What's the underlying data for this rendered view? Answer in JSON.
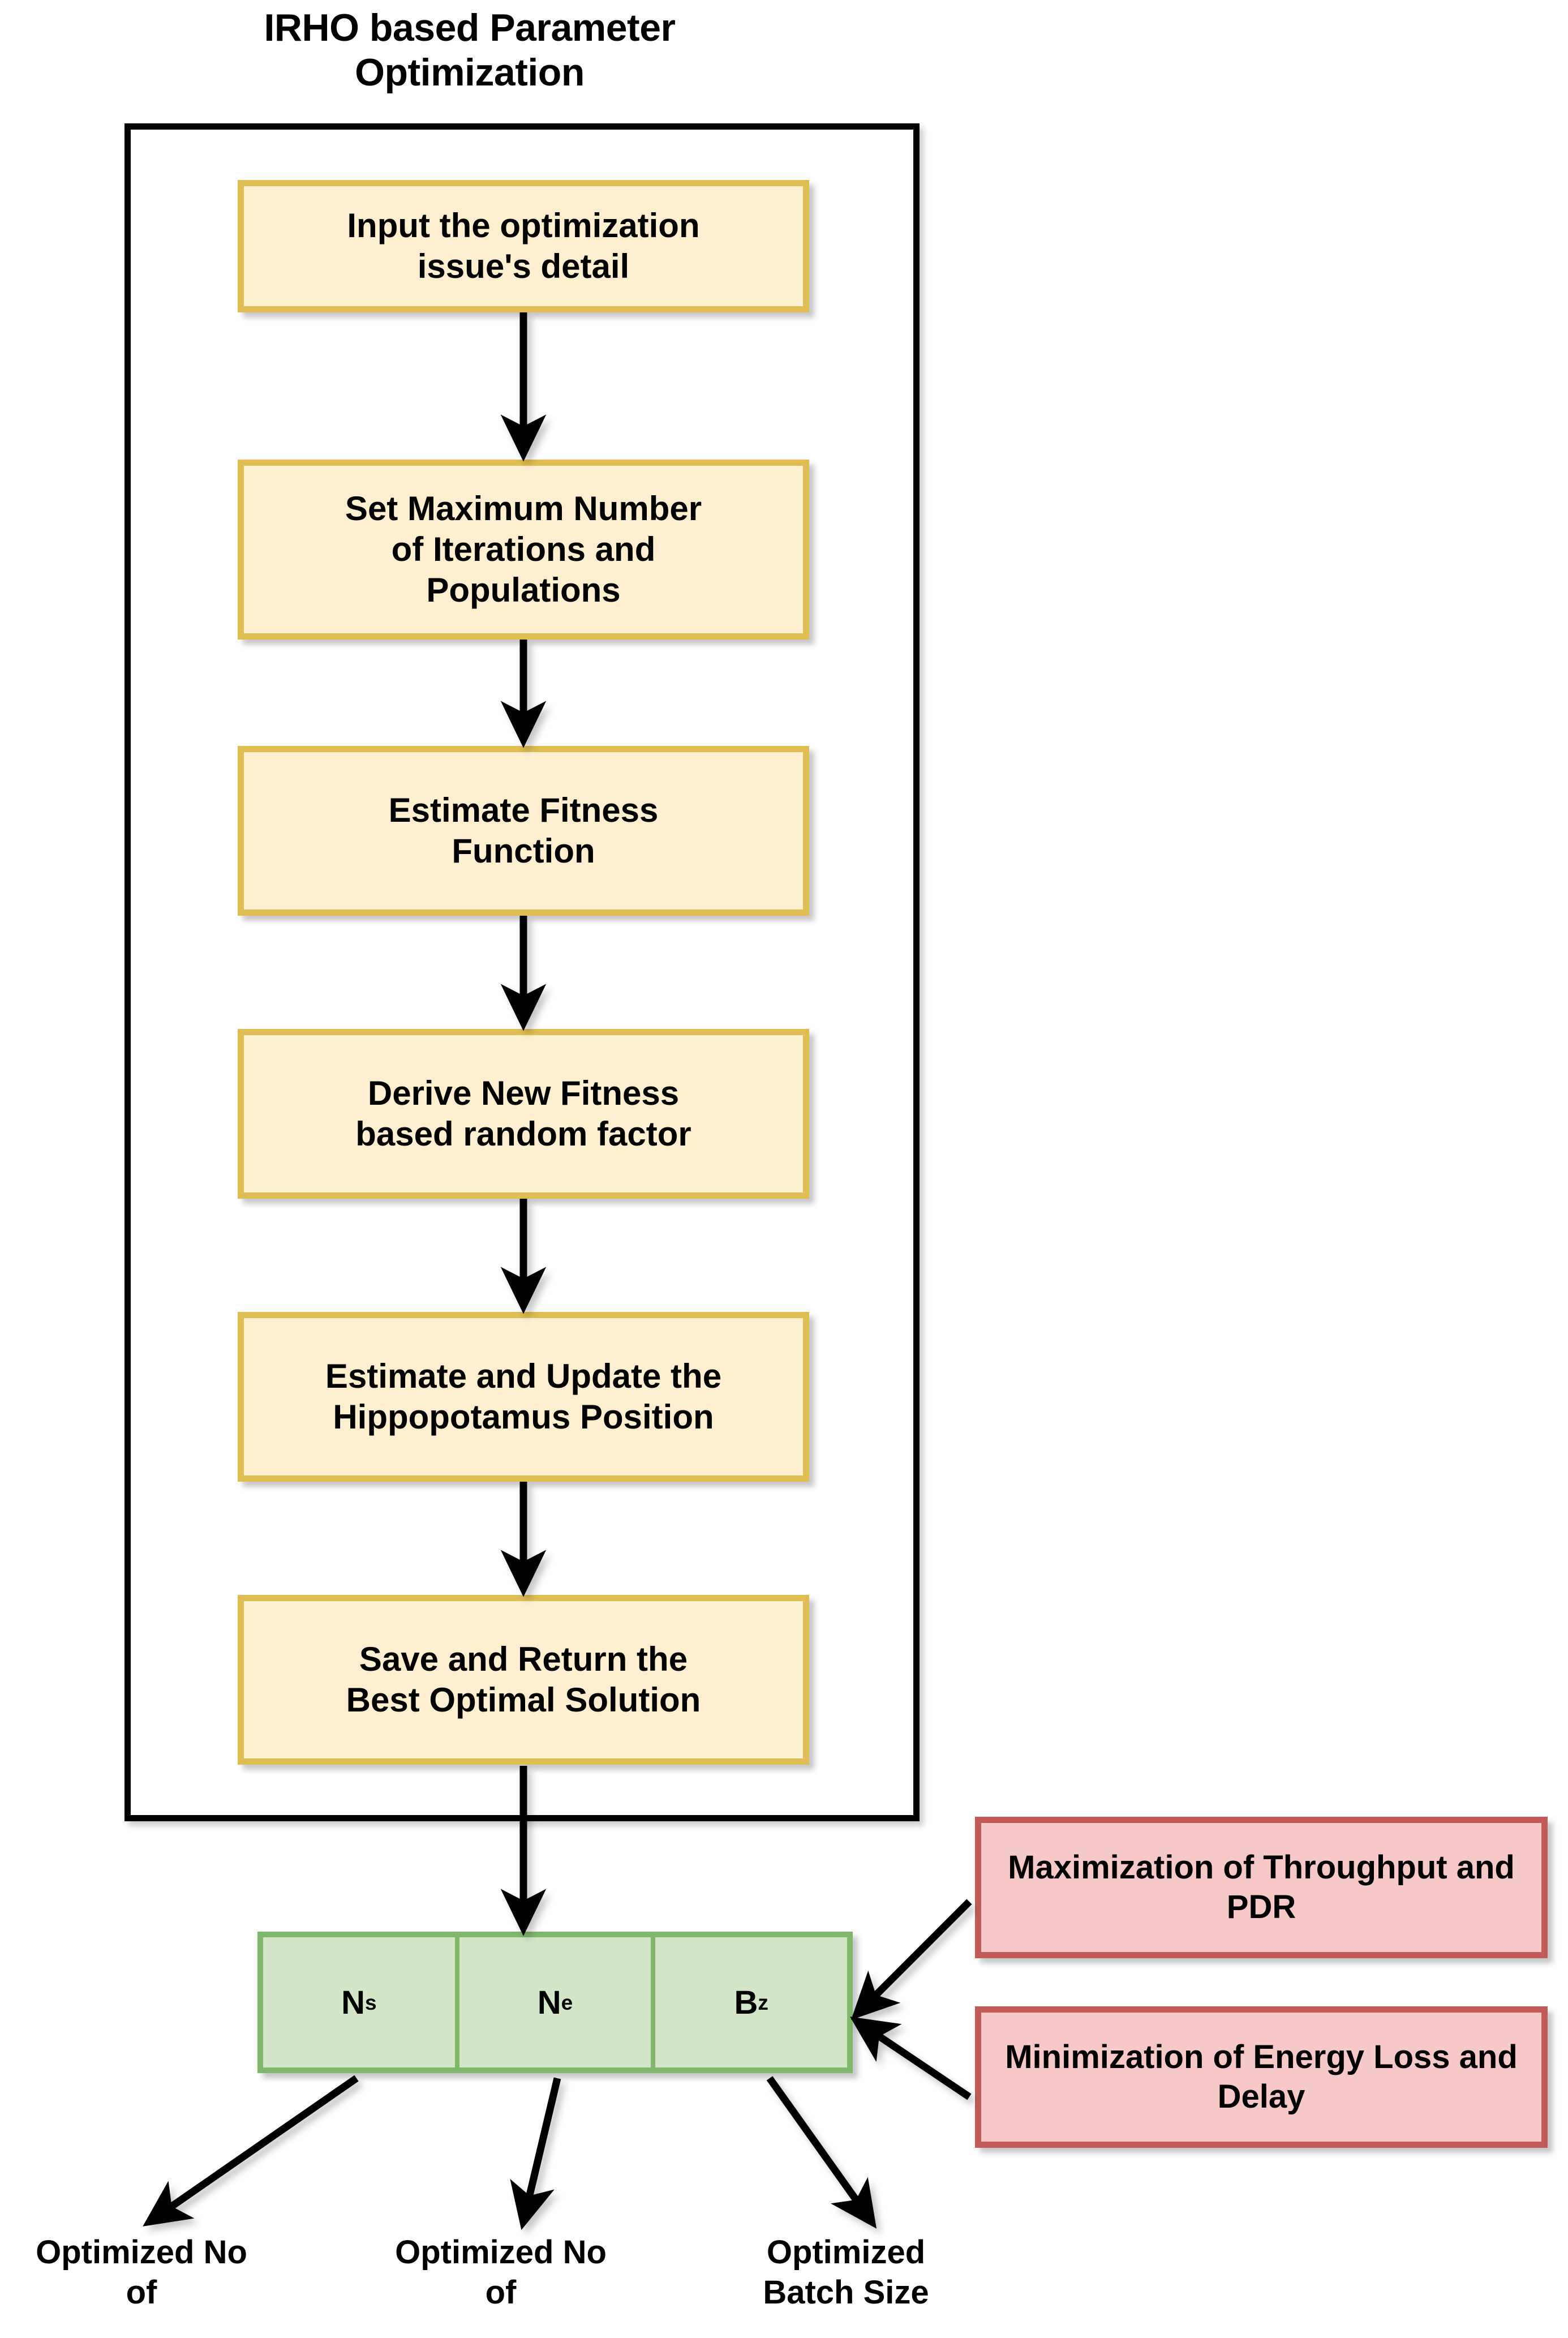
{
  "diagram": {
    "title": "IRHO based Parameter Optimization",
    "container_name": "IRHO based Parameter Optimization"
  },
  "process_steps": [
    {
      "id": "step-1",
      "line1": "Input the optimization",
      "line2": "issue's detail"
    },
    {
      "id": "step-2",
      "line1": "Set Maximum Number",
      "line2": "of Iterations and",
      "line3": "Populations"
    },
    {
      "id": "step-3",
      "line1": "Estimate Fitness",
      "line2": "Function"
    },
    {
      "id": "step-4",
      "line1": "Derive New Fitness",
      "line2": "based random factor"
    },
    {
      "id": "step-5",
      "line1": "Estimate and Update the",
      "line2": "Hippopotamus Position"
    },
    {
      "id": "step-6",
      "line1": "Save and Return the",
      "line2": "Best Optimal Solution"
    }
  ],
  "parameters": [
    {
      "id": "param-ns",
      "base": "N",
      "sup": "s",
      "full": "N^s"
    },
    {
      "id": "param-ne",
      "base": "N",
      "sup": "e",
      "full": "N^e"
    },
    {
      "id": "param-bz",
      "base": "B",
      "sup": "z",
      "full": "B^z"
    }
  ],
  "objectives": [
    {
      "id": "objective-max",
      "line1": "Maximization of Throughput",
      "line2": "and PDR"
    },
    {
      "id": "objective-min",
      "line1": "Minimization of Energy",
      "line2": "Loss and Delay"
    }
  ],
  "outputs": [
    {
      "id": "output-1",
      "line1": "Optimized No",
      "line2": "of"
    },
    {
      "id": "output-2",
      "line1": "Optimized No",
      "line2": "of"
    },
    {
      "id": "output-3",
      "line1": "Optimized",
      "line2": "Batch Size"
    }
  ],
  "colors": {
    "process_fill": "#FDEFD0",
    "process_border": "#E0BC52",
    "param_fill": "#D3E7C8",
    "param_border": "#7FB86A",
    "objective_fill": "#F6C8C8",
    "objective_border": "#C05B58",
    "container_border": "#000000",
    "arrow": "#000000",
    "text": "#000000",
    "background": "#FFFFFF"
  }
}
